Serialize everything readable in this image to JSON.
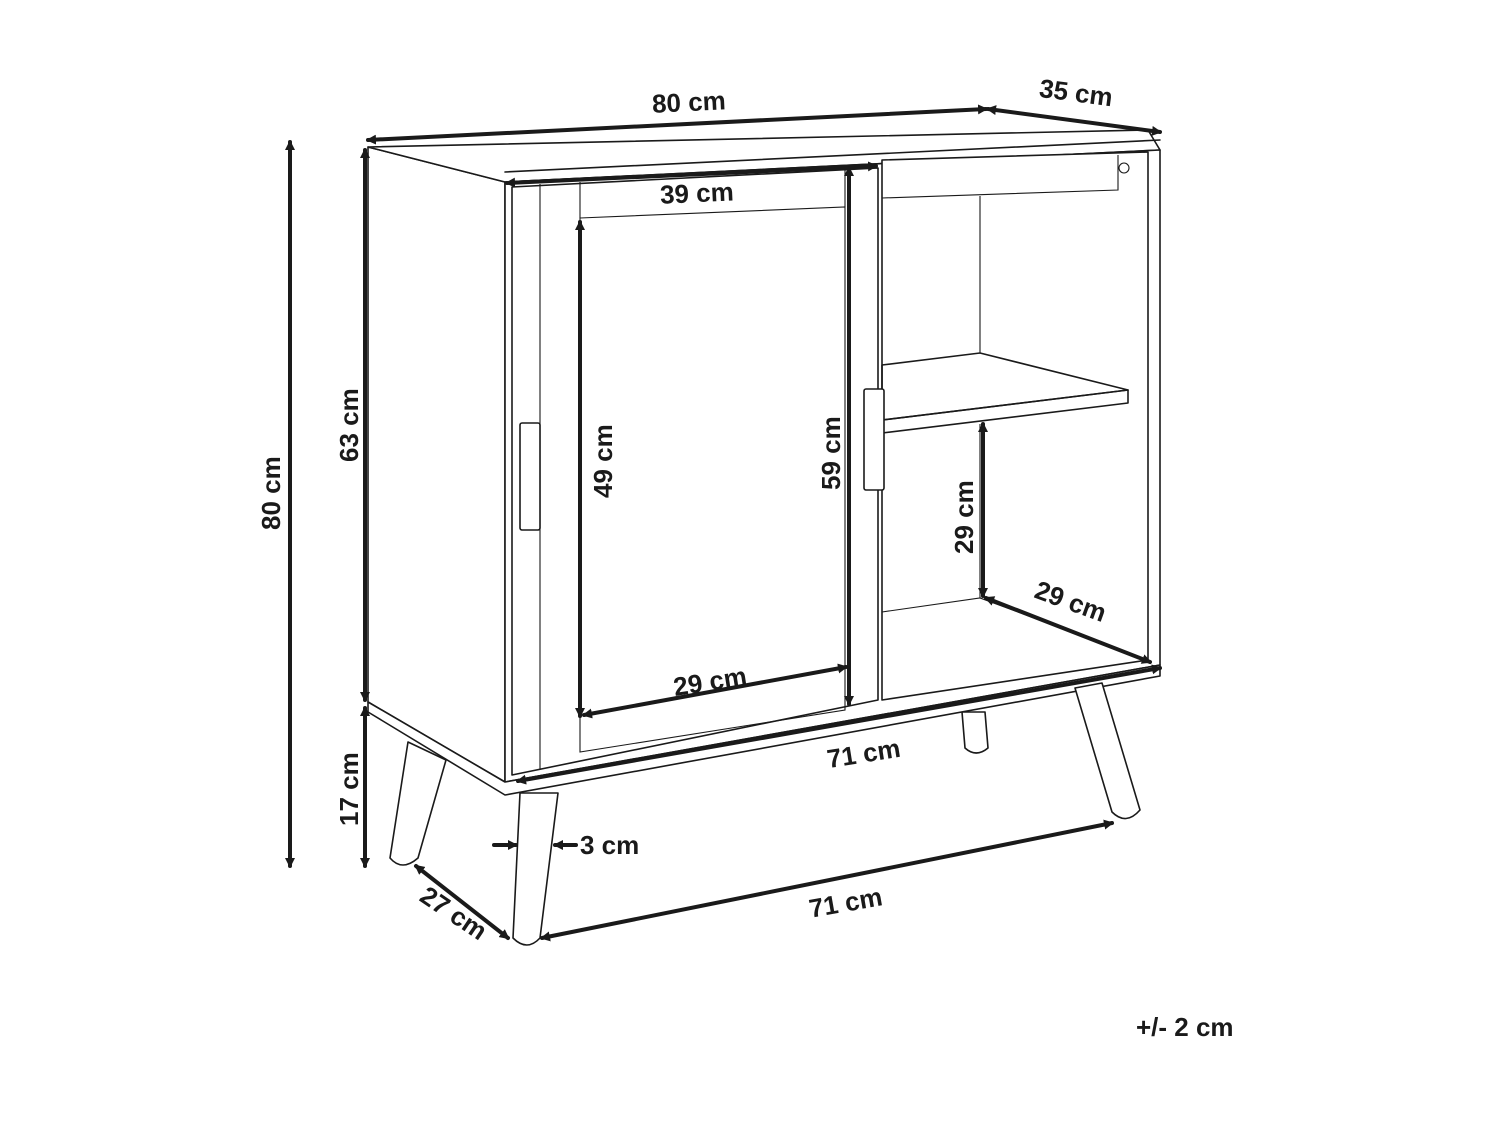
{
  "labels": {
    "total_width": "80 cm",
    "depth": "35 cm",
    "total_height": "80 cm",
    "body_height": "63 cm",
    "leg_height": "17 cm",
    "door_width": "39 cm",
    "inner_height_left": "49 cm",
    "door_height": "59 cm",
    "inner_depth_left": "29 cm",
    "shelf_gap": "29 cm",
    "inner_depth_right": "29 cm",
    "inner_width": "71 cm",
    "leg_diameter": "3 cm",
    "leg_span_width": "71 cm",
    "leg_span_depth": "27 cm"
  },
  "tolerance_note": "+/- 2 cm"
}
